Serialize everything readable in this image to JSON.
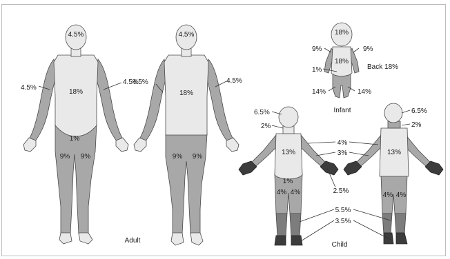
{
  "adult": {
    "caption": "Adult",
    "front": {
      "head": "4.5%",
      "left_arm": "4.5%",
      "right_arm": "4.5%",
      "torso": "18%",
      "genital": "1%",
      "left_leg": "9%",
      "right_leg": "9%"
    },
    "back": {
      "head": "4.5%",
      "left_arm": "4.5%",
      "right_arm": "4.5%",
      "torso": "18%",
      "left_leg": "9%",
      "right_leg": "9%"
    }
  },
  "infant": {
    "caption": "Infant",
    "head": "18%",
    "left_arm": "9%",
    "right_arm": "9%",
    "torso": "18%",
    "back": "Back 18%",
    "genital": "1%",
    "left_leg": "14%",
    "right_leg": "14%"
  },
  "child": {
    "caption": "Child",
    "head_front": "6.5%",
    "head_back": "6.5%",
    "neck_front": "2%",
    "neck_back": "2%",
    "upper_arm": "4%",
    "forearm": "3%",
    "hand": "2.5%",
    "torso_front": "13%",
    "torso_back": "13%",
    "genital": "1%",
    "thigh_front_l": "4%",
    "thigh_front_r": "4%",
    "thigh_back_l": "4%",
    "thigh_back_r": "4%",
    "lower_leg": "5.5%",
    "foot": "3.5%"
  },
  "colors": {
    "light": "#e9e9e9",
    "mid": "#a8a8a8",
    "dark_leg": "#7d7d7d",
    "very_dark": "#3c3c3c",
    "outline": "#4a4a4a"
  }
}
